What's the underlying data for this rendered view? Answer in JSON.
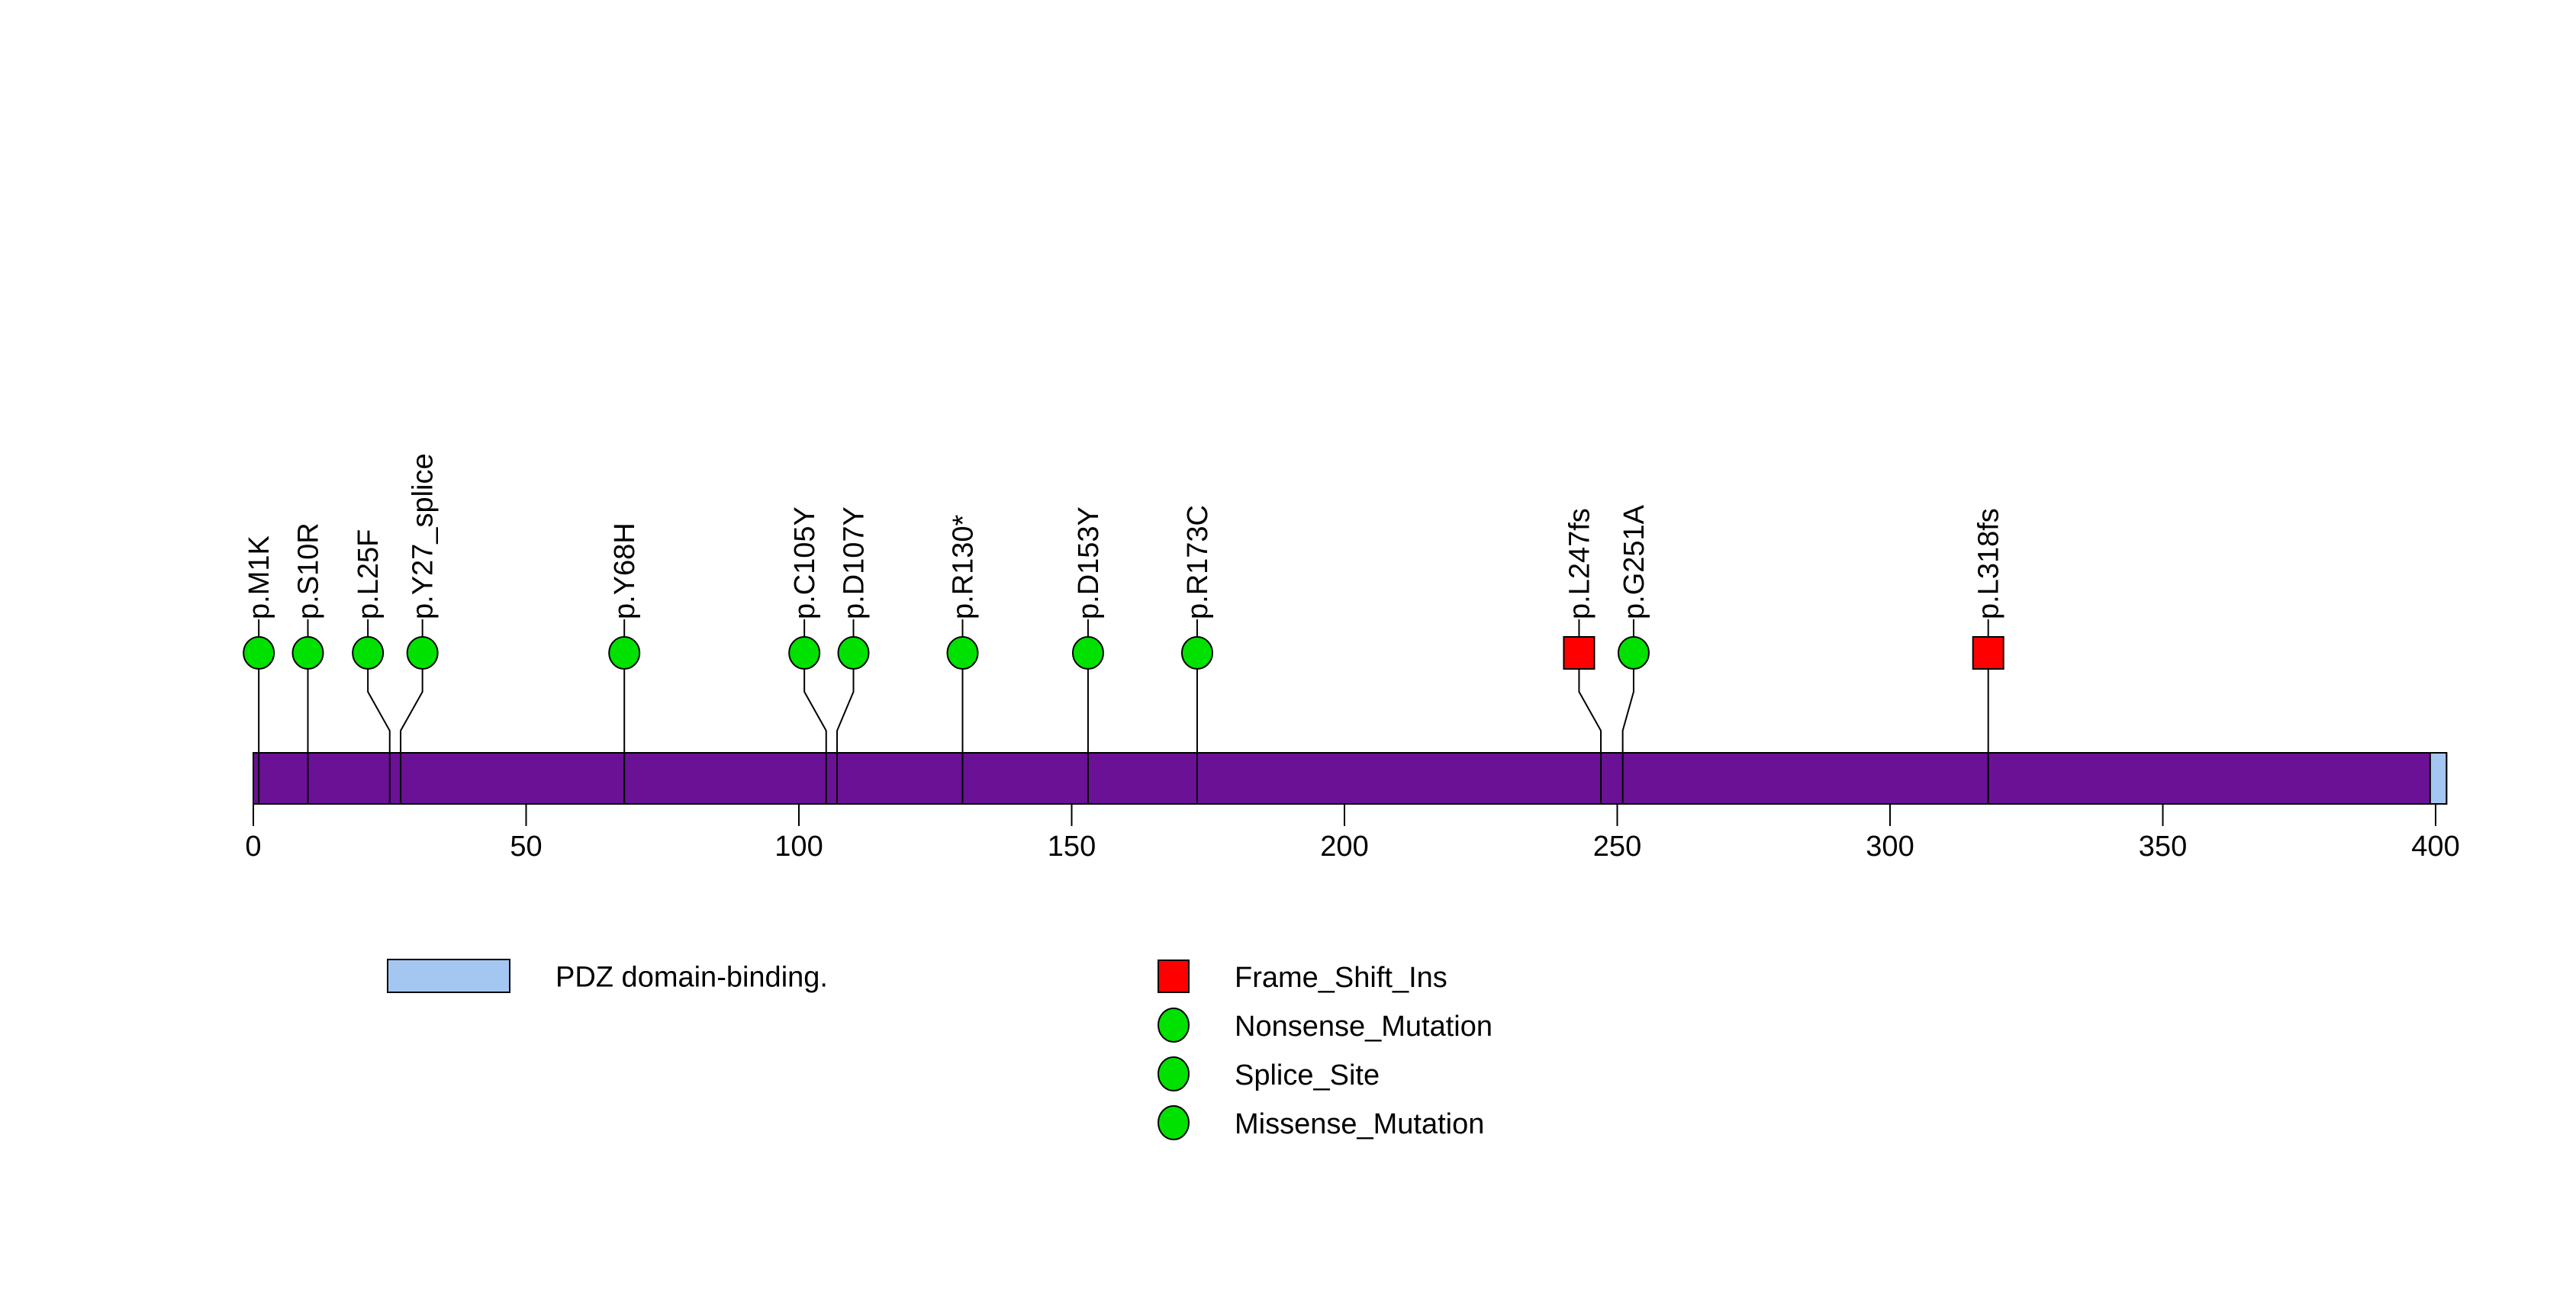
{
  "chart_data": {
    "type": "lollipop",
    "title": "",
    "xlabel": "",
    "ylabel": "",
    "axis": {
      "ticks": [
        0,
        50,
        100,
        150,
        200,
        250,
        300,
        350,
        400
      ],
      "xlim": [
        0,
        402
      ],
      "grid": false
    },
    "protein": {
      "length_aa": 402,
      "bar_color": "#6A1196",
      "bar_border_color": "#000000",
      "domains": [
        {
          "name": "PDZ domain-binding.",
          "start": 399,
          "end": 402,
          "color": "#A4C7F2"
        }
      ]
    },
    "type_styles": {
      "Frame_Shift_Ins": {
        "shape": "square",
        "color": "#FF0000"
      },
      "Nonsense_Mutation": {
        "shape": "circle",
        "color": "#00E100"
      },
      "Splice_Site": {
        "shape": "circle",
        "color": "#00E100"
      },
      "Missense_Mutation": {
        "shape": "circle",
        "color": "#00E100"
      }
    },
    "mutations": [
      {
        "label": "p.M1K",
        "pos": 1,
        "display_pos": 1,
        "type": "Missense_Mutation"
      },
      {
        "label": "p.S10R",
        "pos": 10,
        "display_pos": 10,
        "type": "Missense_Mutation"
      },
      {
        "label": "p.L25F",
        "pos": 25,
        "display_pos": 21,
        "type": "Missense_Mutation"
      },
      {
        "label": "p.Y27_splice",
        "pos": 27,
        "display_pos": 31,
        "type": "Splice_Site"
      },
      {
        "label": "p.Y68H",
        "pos": 68,
        "display_pos": 68,
        "type": "Missense_Mutation"
      },
      {
        "label": "p.C105Y",
        "pos": 105,
        "display_pos": 101,
        "type": "Missense_Mutation"
      },
      {
        "label": "p.D107Y",
        "pos": 107,
        "display_pos": 110,
        "type": "Missense_Mutation"
      },
      {
        "label": "p.R130*",
        "pos": 130,
        "display_pos": 130,
        "type": "Nonsense_Mutation"
      },
      {
        "label": "p.D153Y",
        "pos": 153,
        "display_pos": 153,
        "type": "Missense_Mutation"
      },
      {
        "label": "p.R173C",
        "pos": 173,
        "display_pos": 173,
        "type": "Missense_Mutation"
      },
      {
        "label": "p.L247fs",
        "pos": 247,
        "display_pos": 243,
        "type": "Frame_Shift_Ins"
      },
      {
        "label": "p.G251A",
        "pos": 251,
        "display_pos": 253,
        "type": "Missense_Mutation"
      },
      {
        "label": "p.L318fs",
        "pos": 318,
        "display_pos": 318,
        "type": "Frame_Shift_Ins"
      }
    ],
    "domain_legend": [
      {
        "label": "PDZ domain-binding.",
        "color": "#A4C7F2"
      }
    ],
    "mutation_legend": [
      {
        "label": "Frame_Shift_Ins",
        "shape": "square",
        "color": "#FF0000"
      },
      {
        "label": "Nonsense_Mutation",
        "shape": "circle",
        "color": "#00E100"
      },
      {
        "label": "Splice_Site",
        "shape": "circle",
        "color": "#00E100"
      },
      {
        "label": "Missense_Mutation",
        "shape": "circle",
        "color": "#00E100"
      }
    ],
    "colors": {
      "stem": "#000000",
      "marker_border": "#000000",
      "tick_text": "#000000",
      "background": "#ffffff"
    }
  }
}
